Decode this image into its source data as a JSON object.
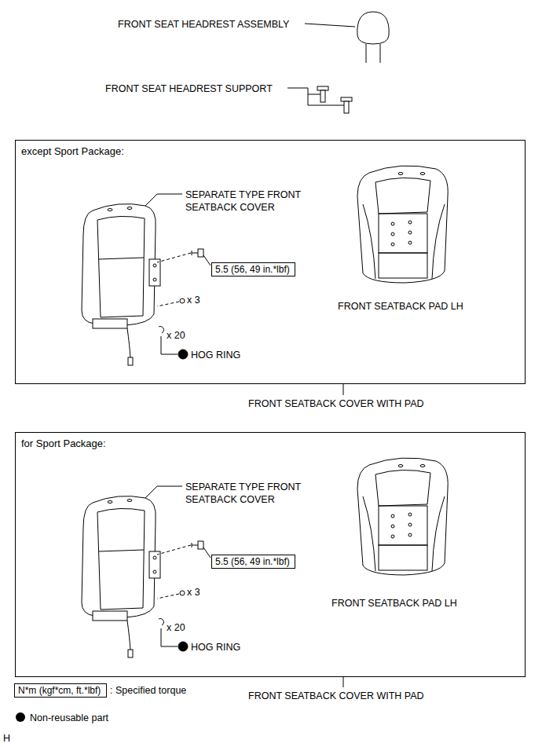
{
  "diagram": {
    "nodes": [
      {
        "text": [
          "except Sport Package:"
        ]
      },
      {
        "text": [
          "5.5 (56, 49 in.*lbf)"
        ],
        "in": 0
      },
      {
        "text": [
          "for Sport Package:"
        ]
      },
      {
        "text": [
          "5.5 (56, 49 in.*lbf)"
        ],
        "in": 2
      },
      {
        "text": [
          "N*m (kgf*cm, ft.*lbf)"
        ]
      }
    ],
    "labels": [
      "FRONT SEAT HEADREST ASSEMBLY",
      "FRONT SEAT HEADREST SUPPORT",
      "SEPARATE TYPE FRONT SEATBACK COVER",
      "x 3",
      "x 20",
      "HOG RING",
      "FRONT SEATBACK PAD LH",
      "FRONT SEATBACK COVER WITH PAD",
      "SEPARATE TYPE FRONT SEATBACK COVER",
      "x 3",
      "x 20",
      "HOG RING",
      "FRONT SEATBACK PAD LH",
      "FRONT SEATBACK COVER WITH PAD",
      "H"
    ],
    "legend": [
      {
        "text": ": Specified torque"
      },
      {
        "text": "Non-reusable part"
      }
    ]
  }
}
